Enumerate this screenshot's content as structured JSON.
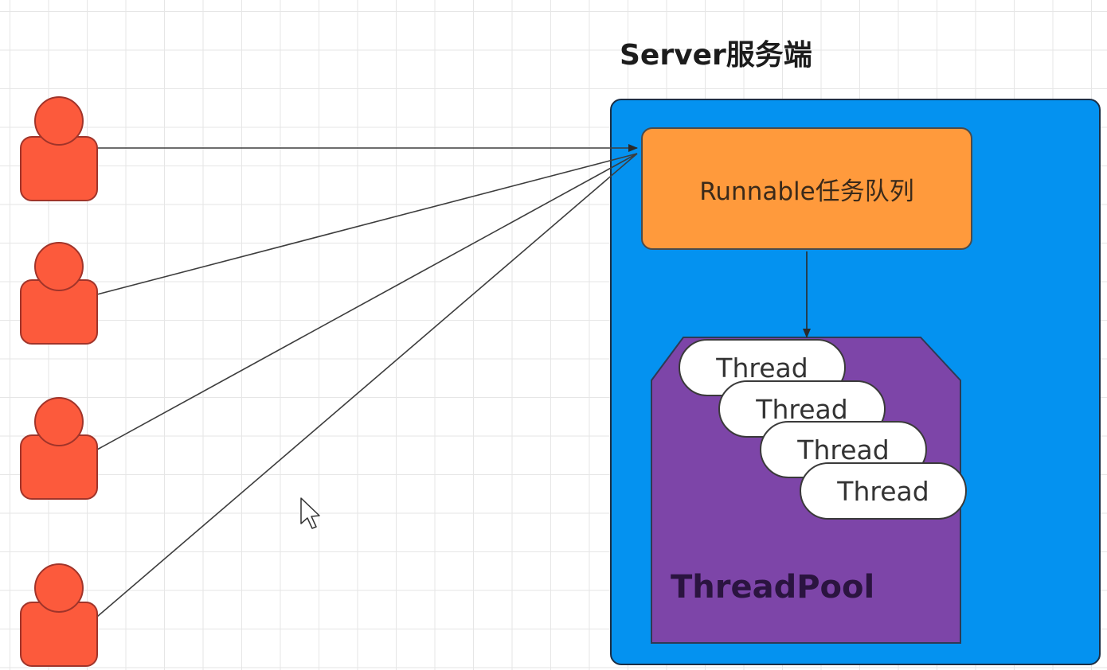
{
  "diagram": {
    "title": "Server服务端",
    "queue_label": "Runnable任务队列",
    "pool_label": "ThreadPool",
    "threads": [
      "Thread",
      "Thread",
      "Thread",
      "Thread"
    ],
    "client_count": 4
  },
  "colors": {
    "server": "#0492f0",
    "queue": "#ff9a3c",
    "pool": "#7d45a8",
    "client": "#fc5a3c",
    "thread": "#ffffff",
    "edge": "#3d3d3d"
  },
  "icons": {
    "client": "user-icon",
    "cursor": "mouse-pointer-icon"
  }
}
